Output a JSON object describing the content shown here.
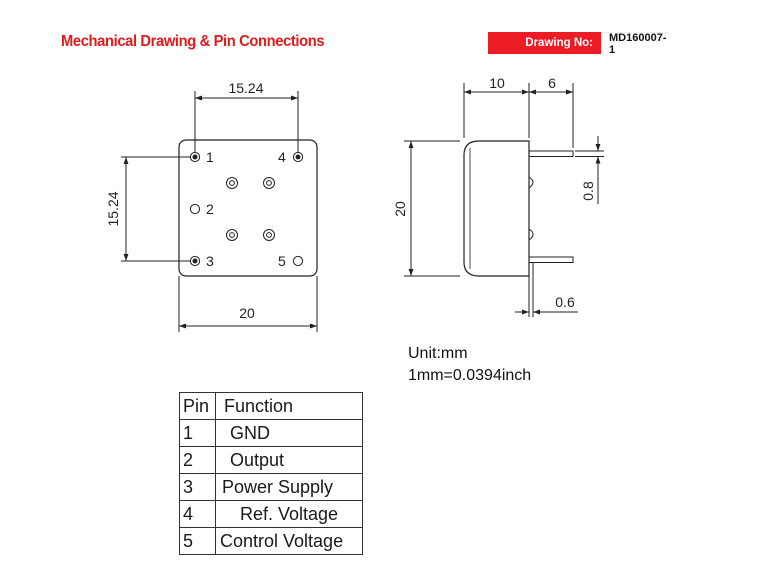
{
  "header": {
    "title": "Mechanical Drawing & Pin Connections",
    "drawing_no_label": "Drawing No:",
    "drawing_no_value": "MD160007-1"
  },
  "top_view": {
    "dim_pin_spacing_h": "15.24",
    "dim_pin_spacing_v": "15.24",
    "dim_width": "20",
    "pin_labels": [
      "1",
      "2",
      "3",
      "4",
      "5"
    ]
  },
  "side_view": {
    "dim_body": "10",
    "dim_pin_length": "6",
    "dim_height": "20",
    "dim_pin_thickness": "0.8",
    "dim_pin_width": "0.6"
  },
  "units": {
    "unit": "Unit:mm",
    "conversion": "1mm=0.0394inch"
  },
  "pin_table": {
    "header": {
      "pin": "Pin",
      "function": "Function"
    },
    "rows": [
      {
        "pin": "1",
        "function": "GND"
      },
      {
        "pin": "2",
        "function": "Output"
      },
      {
        "pin": "3",
        "function": "Power Supply"
      },
      {
        "pin": "4",
        "function": "Ref. Voltage"
      },
      {
        "pin": "5",
        "function": "Control Voltage"
      }
    ]
  },
  "colors": {
    "title_red": "#e01b1b",
    "label_red": "#ec1c24",
    "line": "#222222"
  }
}
